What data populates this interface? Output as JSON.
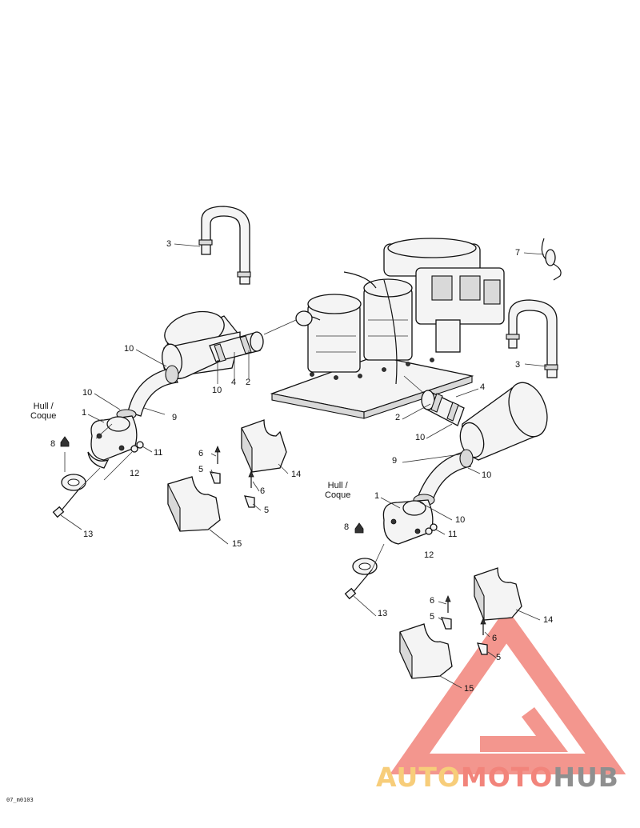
{
  "labels": {
    "l3a": "3",
    "l7": "7",
    "l3b": "3",
    "l10a": "10",
    "l10b": "10",
    "l4a": "4",
    "l2a": "2",
    "l9a": "9",
    "l10c": "10",
    "l1a": "1",
    "l8a": "8",
    "l11a": "11",
    "l12a": "12",
    "l13a": "13",
    "l6a": "6",
    "l5a": "5",
    "l6b": "6",
    "l5b": "5",
    "l14a": "14",
    "l15a": "15",
    "l4b": "4",
    "l2b": "2",
    "l10d": "10",
    "l9b": "9",
    "l10e": "10",
    "l1b": "1",
    "l10f": "10",
    "l8b": "8",
    "l11b": "11",
    "l12b": "12",
    "l13b": "13",
    "l6c": "6",
    "l5c": "5",
    "l6d": "6",
    "l5d": "5",
    "l14b": "14",
    "l15b": "15"
  },
  "hull_label": {
    "line1": "Hull /",
    "line2": "Coque"
  },
  "diagram_code": "07_m0103",
  "watermark": {
    "part1": "AUTO",
    "part2": "MOTO",
    "part3": "HUB"
  },
  "colors": {
    "watermark_red": "#f2847b",
    "watermark_orange": "#f7cd7a",
    "watermark_gray": "#8f8f8f"
  }
}
